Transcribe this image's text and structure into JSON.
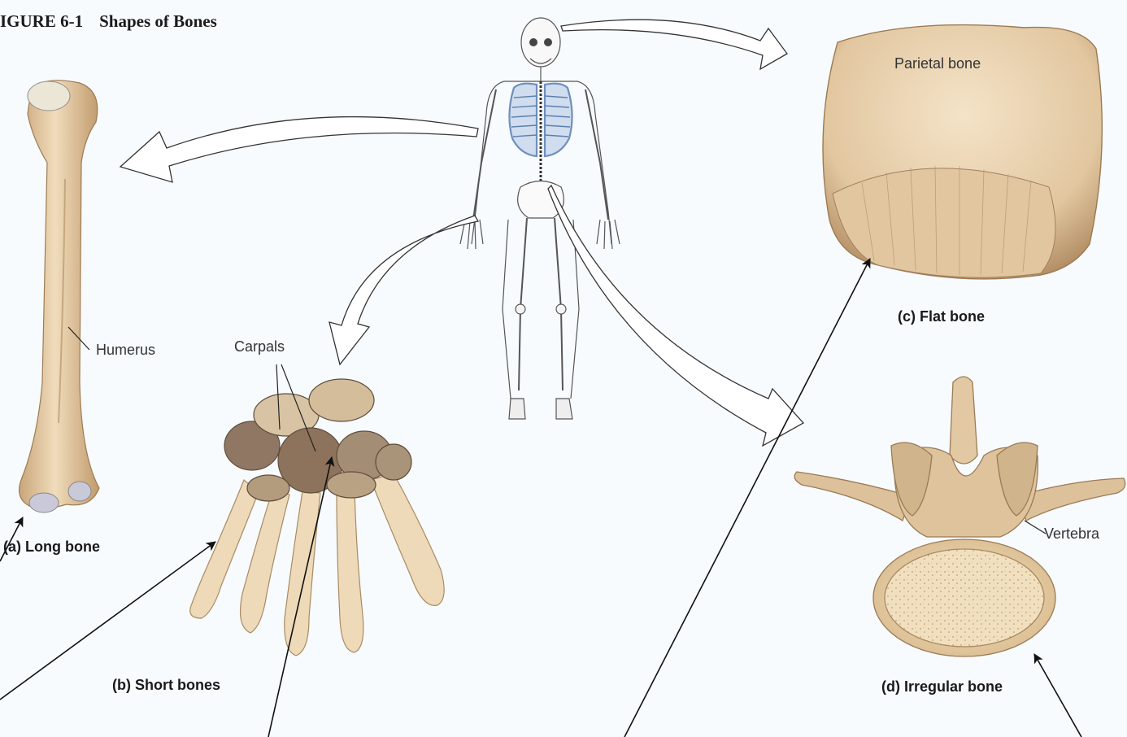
{
  "figure": {
    "number": "IGURE 6-1",
    "title": "Shapes of Bones"
  },
  "panels": {
    "long": {
      "caption": "(a) Long bone",
      "part_label": "Humerus"
    },
    "short": {
      "caption": "(b) Short bones",
      "part_label": "Carpals"
    },
    "flat": {
      "caption": "(c) Flat bone",
      "part_label": "Parietal bone"
    },
    "irregular": {
      "caption": "(d) Irregular bone",
      "part_label": "Vertebra"
    }
  },
  "colors": {
    "bone": "#e9d2ad",
    "bone_dark": "#b89166",
    "carpal": "#9c8369",
    "rib_blue": "#7e9cc4",
    "line": "#111111",
    "background": "#f7fbfd"
  }
}
